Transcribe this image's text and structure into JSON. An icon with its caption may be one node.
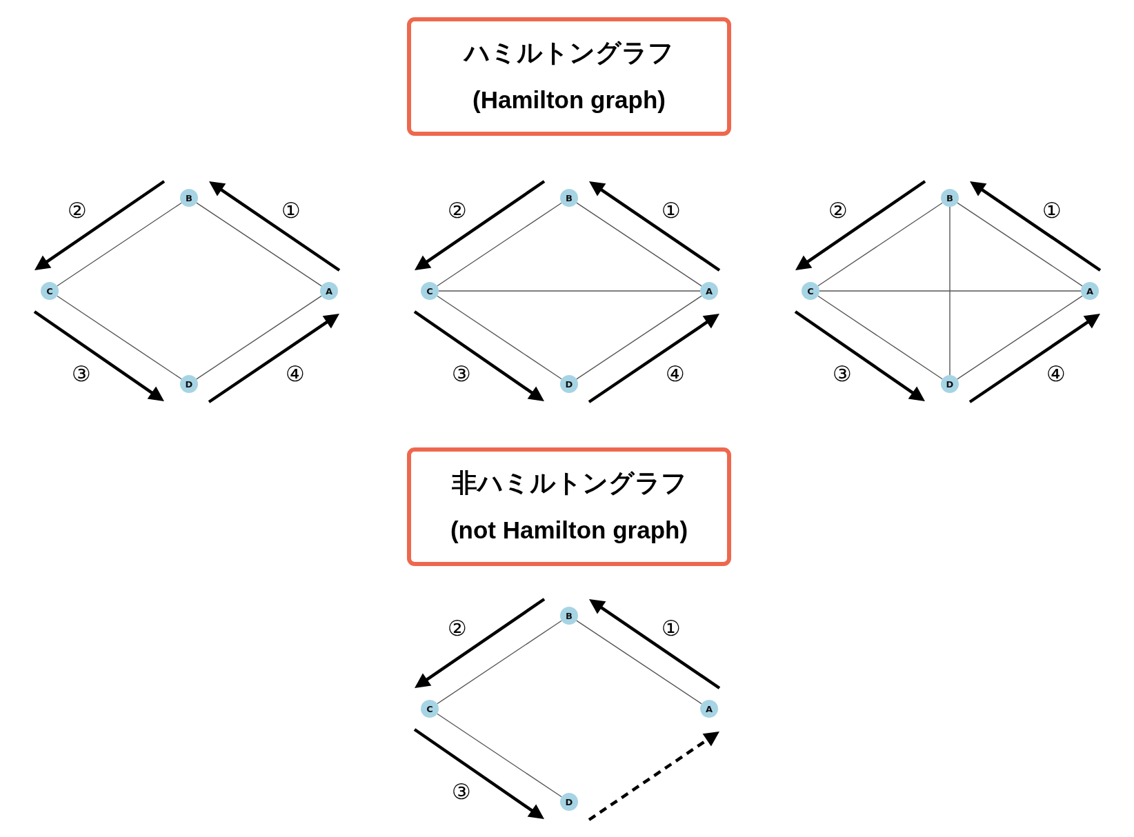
{
  "diagram": {
    "nodes": [
      {
        "text": [
          "ハミルトングラフ",
          "(Hamilton graph)"
        ]
      },
      {
        "text": [
          "B"
        ]
      },
      {
        "text": [
          "C"
        ]
      },
      {
        "text": [
          "A"
        ]
      },
      {
        "text": [
          "D"
        ]
      },
      {
        "text": [
          "B"
        ]
      },
      {
        "text": [
          "C"
        ]
      },
      {
        "text": [
          "A"
        ]
      },
      {
        "text": [
          "D"
        ]
      },
      {
        "text": [
          "B"
        ]
      },
      {
        "text": [
          "C"
        ]
      },
      {
        "text": [
          "A"
        ]
      },
      {
        "text": [
          "D"
        ]
      },
      {
        "text": [
          "非ハミルトングラフ",
          "(not Hamilton graph)"
        ]
      },
      {
        "text": [
          "B"
        ]
      },
      {
        "text": [
          "C"
        ]
      },
      {
        "text": [
          "A"
        ]
      },
      {
        "text": [
          "D"
        ]
      }
    ],
    "edges": [
      {
        "from": 1,
        "to": 2,
        "arrow": "none"
      },
      {
        "from": 1,
        "to": 3,
        "arrow": "none"
      },
      {
        "from": 2,
        "to": 4,
        "arrow": "none"
      },
      {
        "from": 4,
        "to": 3,
        "arrow": "none"
      },
      {
        "from": 5,
        "to": 6,
        "arrow": "none"
      },
      {
        "from": 5,
        "to": 7,
        "arrow": "none"
      },
      {
        "from": 6,
        "to": 7,
        "arrow": "none"
      },
      {
        "from": 6,
        "to": 8,
        "arrow": "none"
      },
      {
        "from": 8,
        "to": 7,
        "arrow": "none"
      },
      {
        "from": 9,
        "to": 10,
        "arrow": "none"
      },
      {
        "from": 9,
        "to": 11,
        "arrow": "none"
      },
      {
        "from": 9,
        "to": 12,
        "arrow": "none"
      },
      {
        "from": 10,
        "to": 11,
        "arrow": "none"
      },
      {
        "from": 10,
        "to": 12,
        "arrow": "none"
      },
      {
        "from": 12,
        "to": 11,
        "arrow": "none"
      },
      {
        "from": 14,
        "to": 15,
        "arrow": "none"
      },
      {
        "from": 14,
        "to": 16,
        "arrow": "none"
      },
      {
        "from": 15,
        "to": 17,
        "arrow": "none"
      }
    ],
    "labels": [
      "②",
      "①",
      "③",
      "④",
      "②",
      "①",
      "③",
      "④",
      "②",
      "①",
      "③",
      "④",
      "②",
      "①",
      "③"
    ]
  }
}
